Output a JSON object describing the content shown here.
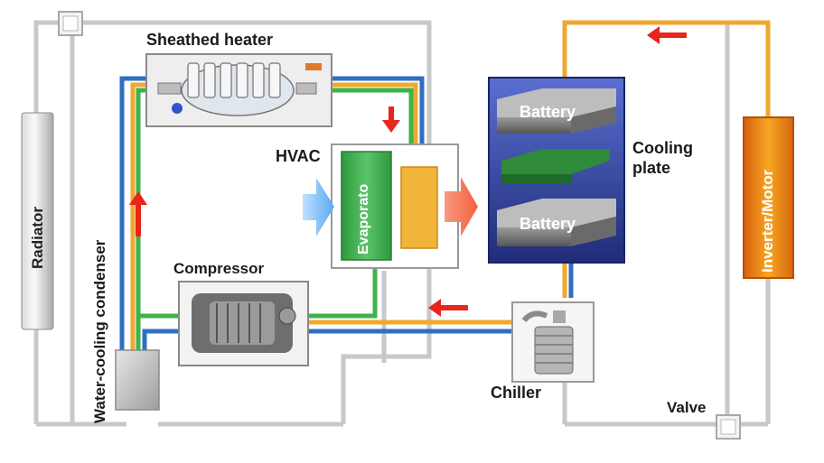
{
  "labels": {
    "sheathed_heater": "Sheathed heater",
    "hvac": "HVAC",
    "evaporator": "Evaporato",
    "compressor": "Compressor",
    "water_cooling_condenser": "Water-cooling condenser",
    "radiator": "Radiator",
    "battery_top": "Battery",
    "battery_bottom": "Battery",
    "cooling_plate": "Cooling\nplate",
    "inverter_motor": "Inverter/Motor",
    "chiller": "Chiller",
    "valve": "Valve"
  },
  "colors": {
    "coolant_orange": "#f0a830",
    "refrigerant_blue": "#2f6fc0",
    "refrigerant_green": "#3db34a",
    "pipe_gray": "#c8c8c8",
    "flow_arrow_red": "#e8261c",
    "battery_case": "#2b3a8c",
    "inverter_orange": "#e67e22"
  }
}
